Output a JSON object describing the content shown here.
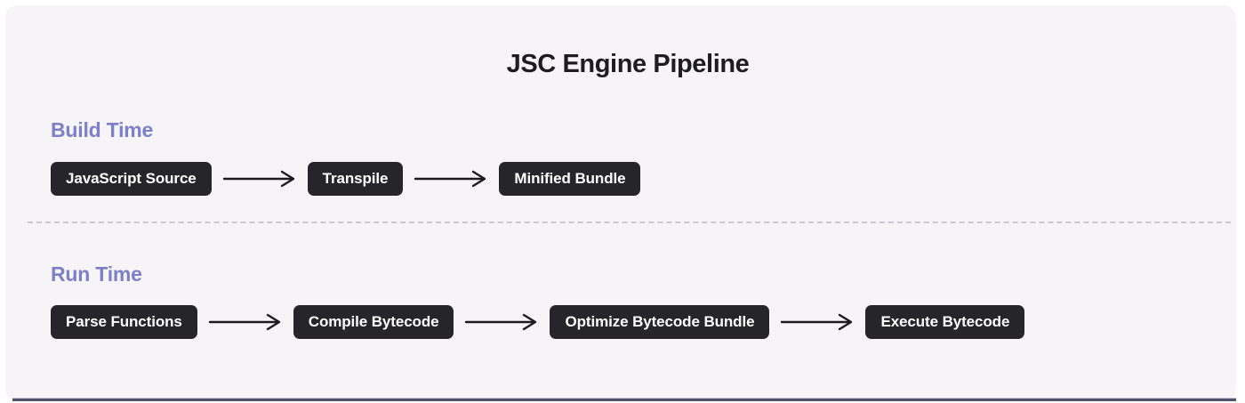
{
  "title": "JSC Engine Pipeline",
  "sections": [
    {
      "label": "Build Time",
      "steps": [
        "JavaScript Source",
        "Transpile",
        "Minified Bundle"
      ]
    },
    {
      "label": "Run Time",
      "steps": [
        "Parse Functions",
        "Compile Bytecode",
        "Optimize Bytecode Bundle",
        "Execute Bytecode"
      ]
    }
  ],
  "colors": {
    "accent": "#7b80c9",
    "node_bg": "#26262a",
    "node_text": "#ffffff",
    "canvas_bg": "#f7f4f8",
    "arrow": "#1c1c1c",
    "divider": "#ccc8d3",
    "title_color": "#1d1d20",
    "bottom_rule": "#515169"
  }
}
